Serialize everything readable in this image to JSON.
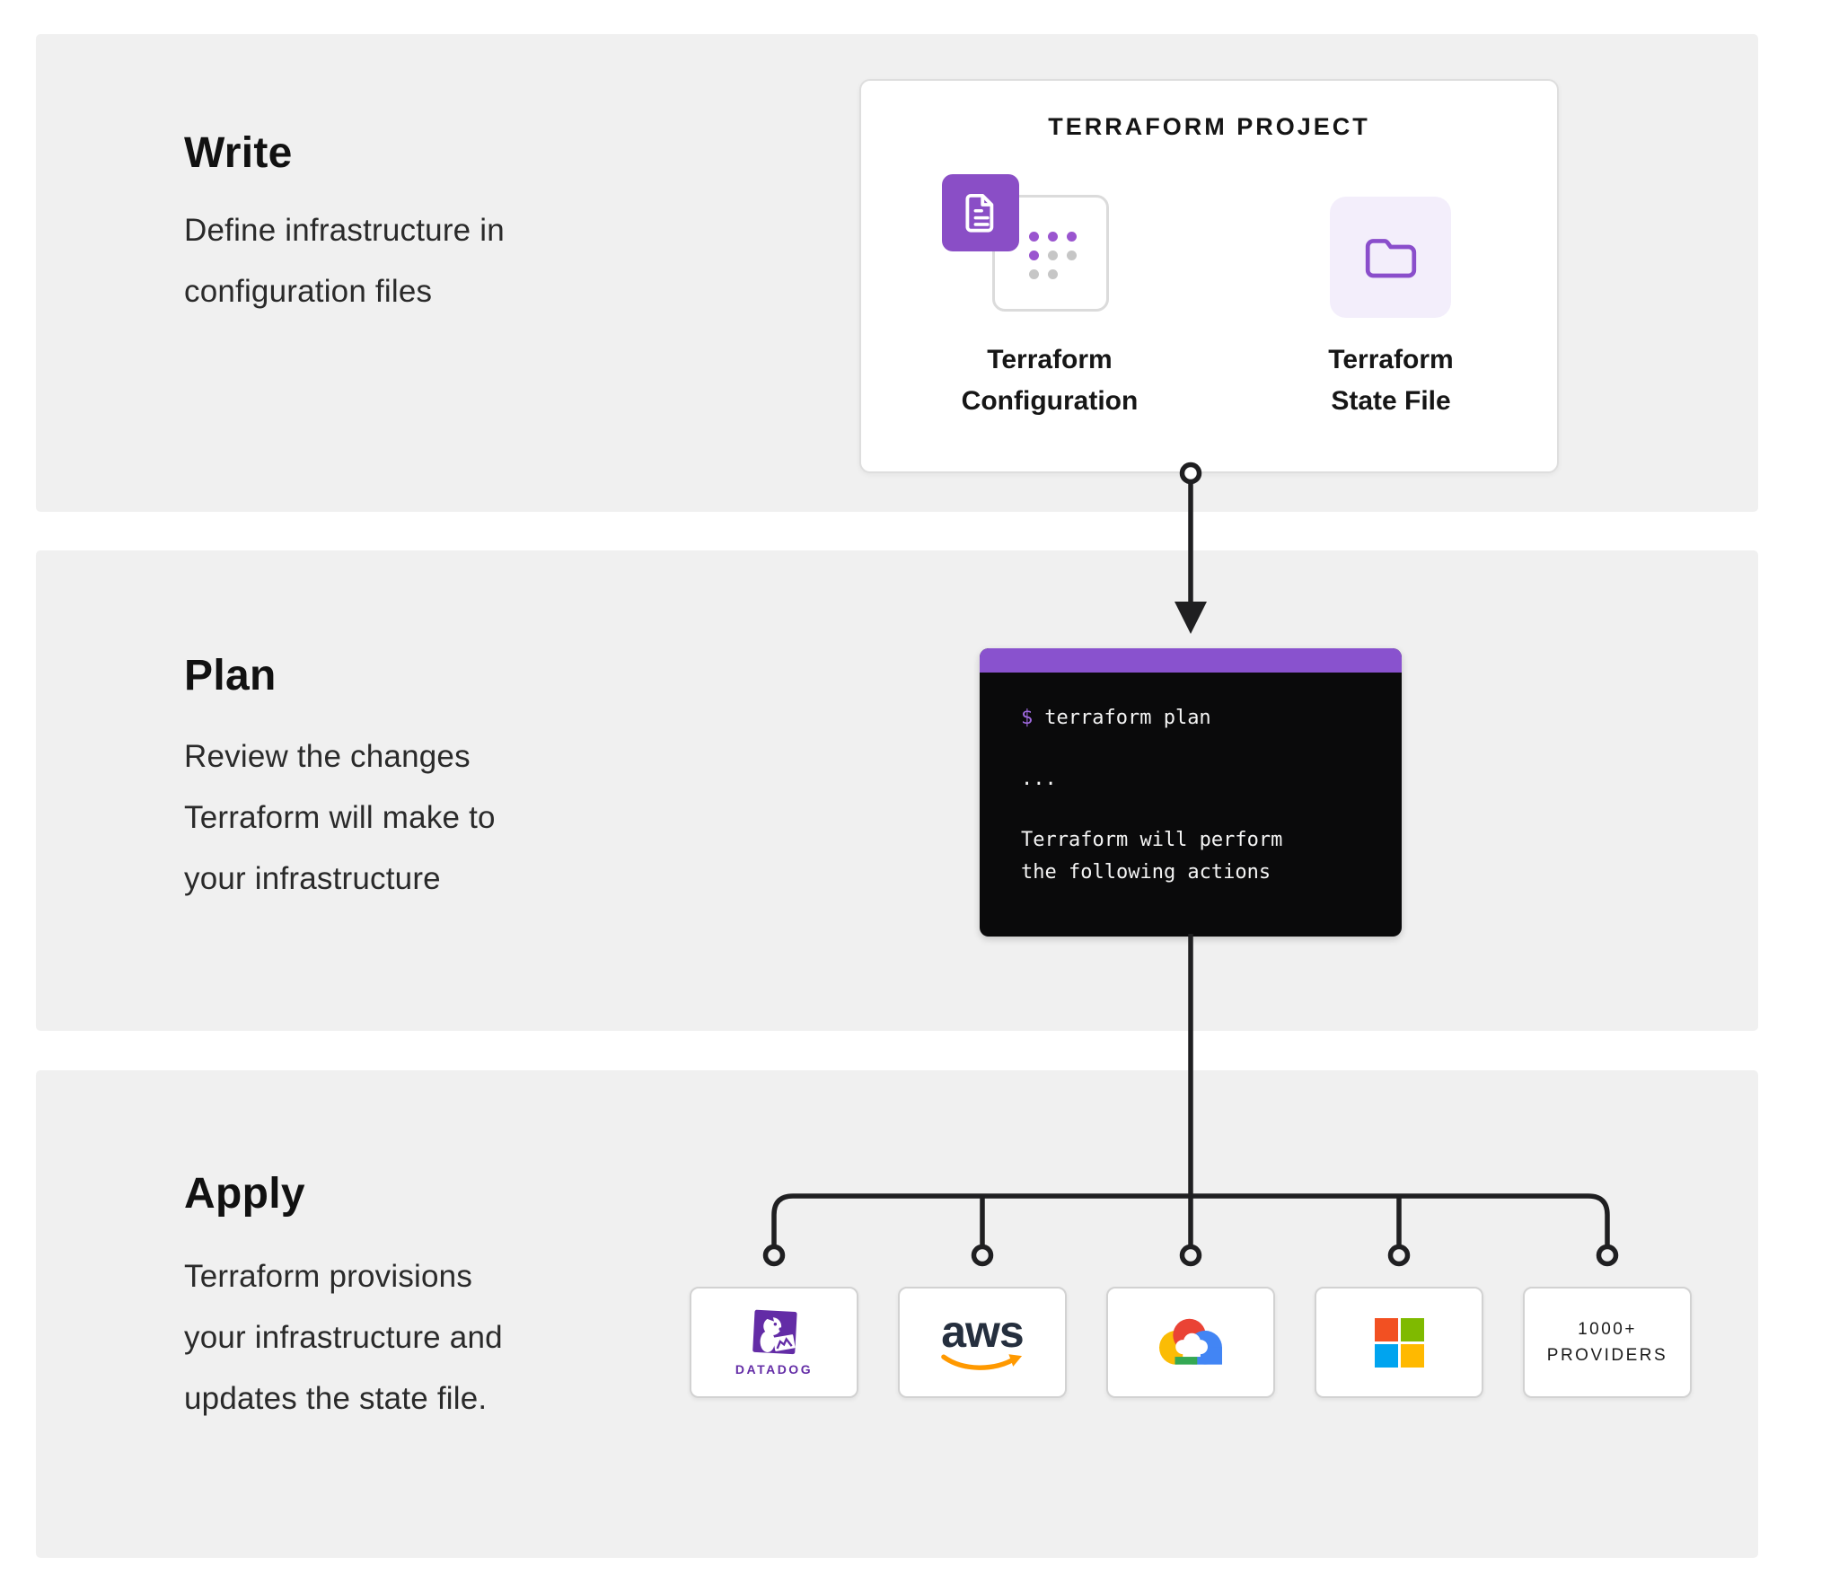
{
  "colors": {
    "accent_purple": "#8A4EC6",
    "terminal_header_purple": "#8952CE",
    "section_bg": "#F0F0F0",
    "terminal_bg": "#0A0A0B",
    "connector_line": "#1F1F21",
    "datadog_purple": "#632CA6",
    "aws_navy": "#252F3E",
    "aws_orange": "#FF9900",
    "gcp_blue": "#4285F4",
    "gcp_red": "#EA4335",
    "gcp_yellow": "#FBBC05",
    "gcp_green": "#34A853",
    "ms_red": "#F25022",
    "ms_green": "#7FBA00",
    "ms_blue": "#00A4EF",
    "ms_yellow": "#FFB900"
  },
  "sections": {
    "write": {
      "title": "Write",
      "lines": [
        "Define infrastructure in",
        "configuration files"
      ]
    },
    "plan": {
      "title": "Plan",
      "lines": [
        "Review the changes",
        "Terraform will make to",
        "your infrastructure"
      ]
    },
    "apply": {
      "title": "Apply",
      "lines": [
        "Terraform provisions",
        "your infrastructure and",
        "updates the state file."
      ]
    }
  },
  "project": {
    "title": "TERRAFORM PROJECT",
    "items": [
      {
        "icon": "terraform-configuration-icon",
        "label_lines": [
          "Terraform",
          "Configuration"
        ]
      },
      {
        "icon": "terraform-state-file-icon",
        "label_lines": [
          "Terraform",
          "State File"
        ]
      }
    ]
  },
  "terminal": {
    "prompt": "$",
    "command": "terraform plan",
    "ellipsis": "...",
    "output_lines": [
      "Terraform will perform",
      "the following actions"
    ]
  },
  "providers": [
    {
      "name": "Datadog",
      "icon": "datadog-logo",
      "text": "DATADOG"
    },
    {
      "name": "AWS",
      "icon": "aws-logo",
      "text": "aws"
    },
    {
      "name": "Google Cloud",
      "icon": "google-cloud-logo"
    },
    {
      "name": "Microsoft",
      "icon": "microsoft-logo"
    },
    {
      "name": "1000+ Providers",
      "label_lines": [
        "1000+",
        "PROVIDERS"
      ]
    }
  ]
}
